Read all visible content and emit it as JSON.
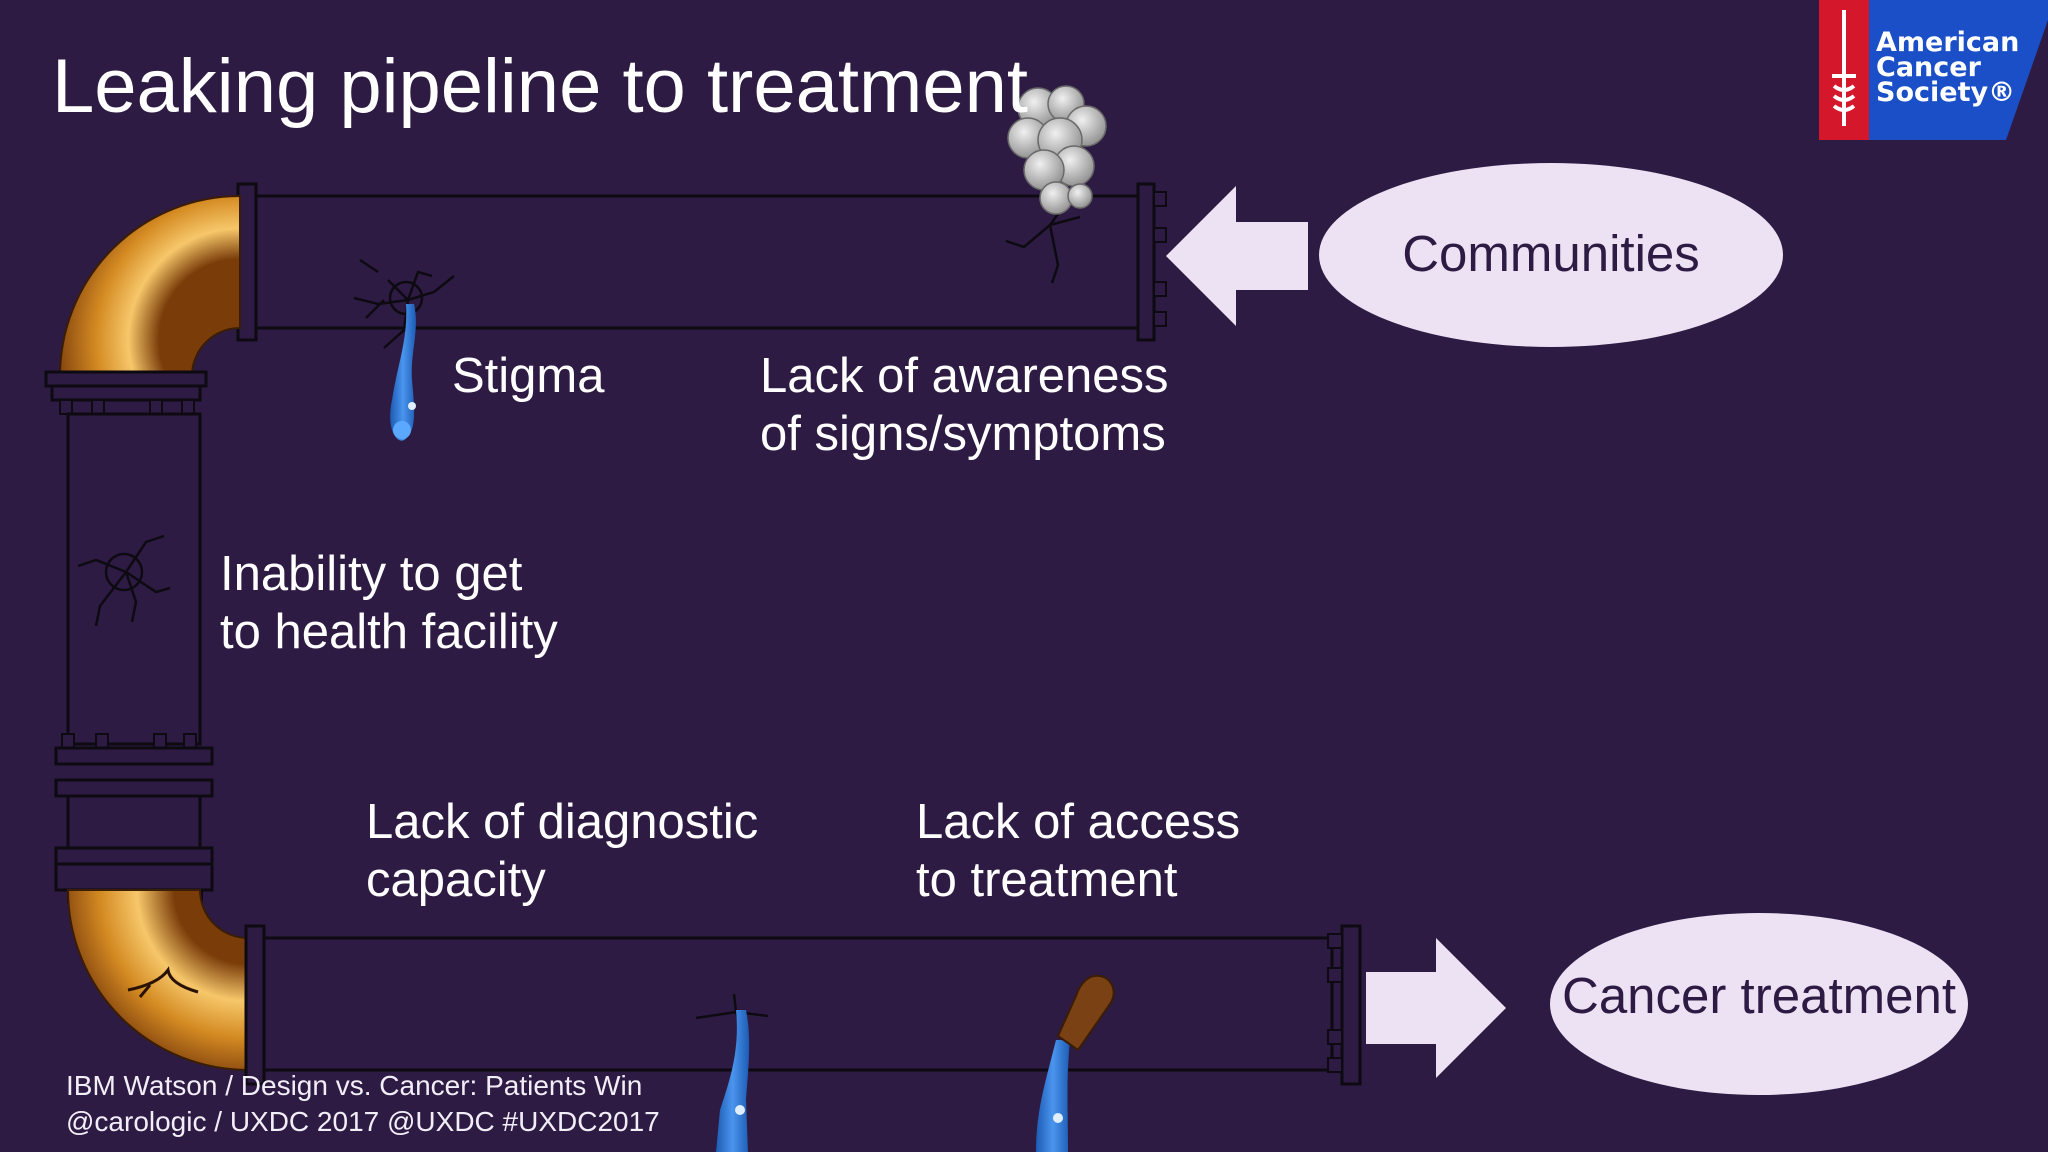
{
  "slide": {
    "title": "Leaking pipeline to treatment",
    "colors": {
      "background": "#2e1b43",
      "pipe_copper": "#d48a22",
      "leak_water": "#2f74d0",
      "ellipse_fill": "#ece2f4",
      "logo_red": "#d4172a",
      "logo_blue": "#1b4fc7"
    }
  },
  "nodes": {
    "source": "Communities",
    "destination": "Cancer treatment"
  },
  "barriers": {
    "stigma": "Stigma",
    "awareness": [
      "Lack of awareness",
      "of signs/symptoms"
    ],
    "inability": [
      "Inability to get",
      "to health facility"
    ],
    "diagnostic": [
      "Lack of diagnostic",
      "capacity"
    ],
    "access": [
      "Lack of access",
      "to treatment"
    ]
  },
  "logo": {
    "lines": [
      "American",
      "Cancer",
      "Society®"
    ],
    "icon": "sword-icon"
  },
  "footer": {
    "line1": "IBM Watson  /  Design vs. Cancer: Patients Win",
    "line2": "@carologic  /  UXDC 2017  @UXDC  #UXDC2017"
  }
}
